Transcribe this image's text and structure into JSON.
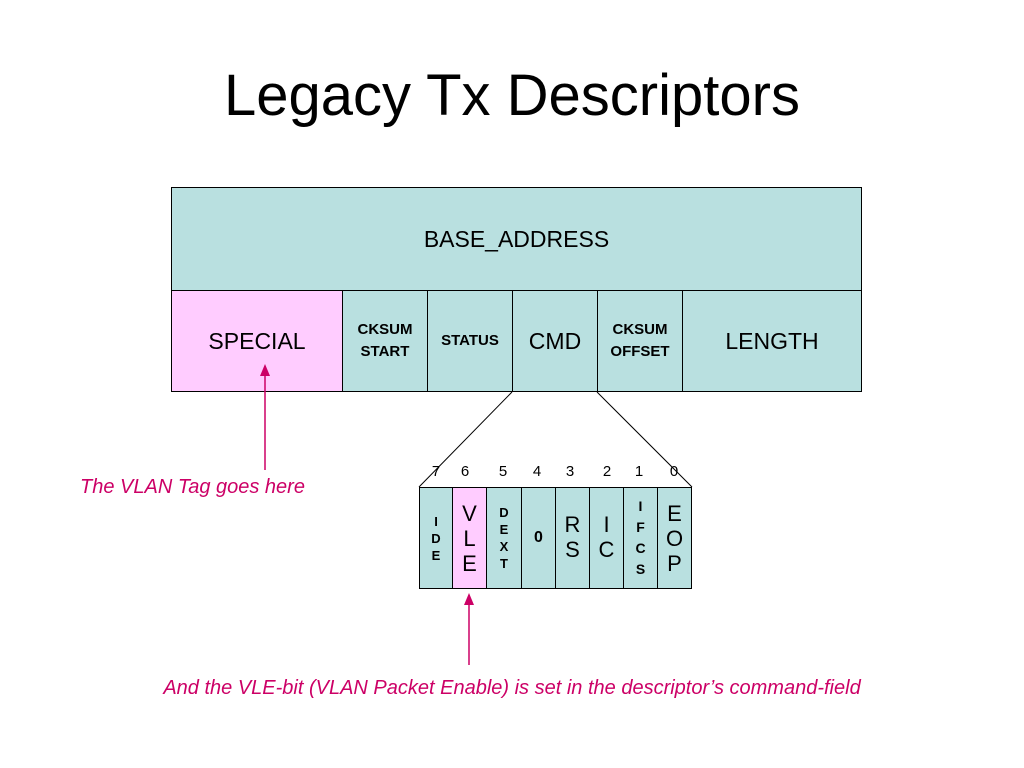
{
  "title": "Legacy Tx Descriptors",
  "descriptor": {
    "base_address": "BASE_ADDRESS",
    "fields": {
      "special": "SPECIAL",
      "cksum_start": [
        "CKSUM",
        "START"
      ],
      "status": "STATUS",
      "cmd": "CMD",
      "cksum_offset": [
        "CKSUM",
        "OFFSET"
      ],
      "length": "LENGTH"
    }
  },
  "cmd_bits": {
    "numbers": [
      "7",
      "6",
      "5",
      "4",
      "3",
      "2",
      "1",
      "0"
    ],
    "ide": [
      "I",
      "D",
      "E"
    ],
    "vle": [
      "V",
      "L",
      "E"
    ],
    "dext": [
      "D",
      "E",
      "X",
      "T"
    ],
    "zero": "0",
    "rs": [
      "R",
      "S"
    ],
    "ic": [
      "I",
      "C"
    ],
    "ifcs": [
      "I",
      "F",
      "C",
      "S"
    ],
    "eop": [
      "E",
      "O",
      "P"
    ]
  },
  "annotations": {
    "vlan_tag": "The VLAN Tag goes here",
    "vle_bit": "And the VLE-bit (VLAN Packet Enable) is set in the descriptor’s command-field"
  },
  "colors": {
    "field_fill": "#b9e0e0",
    "highlight_fill": "#ffccff",
    "annotation": "#cc0066"
  }
}
